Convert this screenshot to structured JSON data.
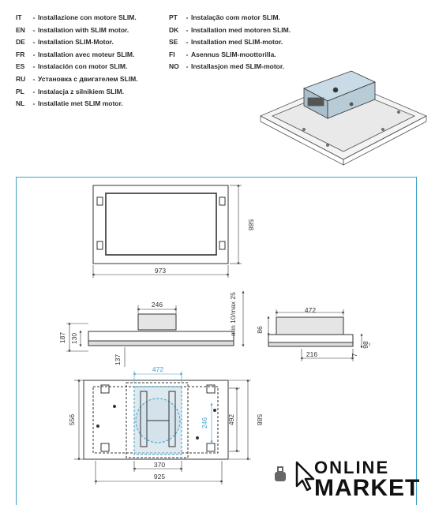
{
  "languages_left": [
    {
      "code": "IT",
      "text": "Installazione con motore SLIM."
    },
    {
      "code": "EN",
      "text": "Installation with SLIM motor."
    },
    {
      "code": "DE",
      "text": "Installation SLIM-Motor."
    },
    {
      "code": "FR",
      "text": "Installation avec moteur SLIM."
    },
    {
      "code": "ES",
      "text": "Instalación con motor SLIM."
    },
    {
      "code": "RU",
      "text": "Установка с двигателем SLIM."
    },
    {
      "code": "PL",
      "text": "Instalacja z silnikiem SLIM."
    },
    {
      "code": "NL",
      "text": "Installatie met SLIM motor."
    }
  ],
  "languages_right": [
    {
      "code": "PT",
      "text": "Instalação com motor SLIM."
    },
    {
      "code": "DK",
      "text": "Installation med motoren SLIM."
    },
    {
      "code": "SE",
      "text": "Installation med SLIM-motor."
    },
    {
      "code": "FI",
      "text": "Asennus SLIM-moottorilla."
    },
    {
      "code": "NO",
      "text": "Installasjon med SLIM-motor."
    }
  ],
  "separator": "-",
  "dimensions": {
    "top_width": "973",
    "top_height": "588",
    "side_motor_width": "246",
    "side_height": "187",
    "side_inner": "130",
    "side_small": "137",
    "min_max": "min 10/max 25",
    "end_width": "472",
    "end_height": "86",
    "end_offset": "216",
    "end_right_a": "98",
    "end_right_b": "7",
    "bottom_blue_width": "472",
    "bottom_blue_height": "246",
    "bottom_left_height": "556",
    "bottom_inner_height": "492",
    "bottom_outer_height": "588",
    "bottom_inner_width": "370",
    "bottom_outer_width": "925"
  },
  "logo": {
    "line1": "ONLINE",
    "line2": "MARKET"
  },
  "colors": {
    "accent": "#3aa0c8",
    "line": "#333333",
    "motor_fill": "#c9dbe6"
  }
}
